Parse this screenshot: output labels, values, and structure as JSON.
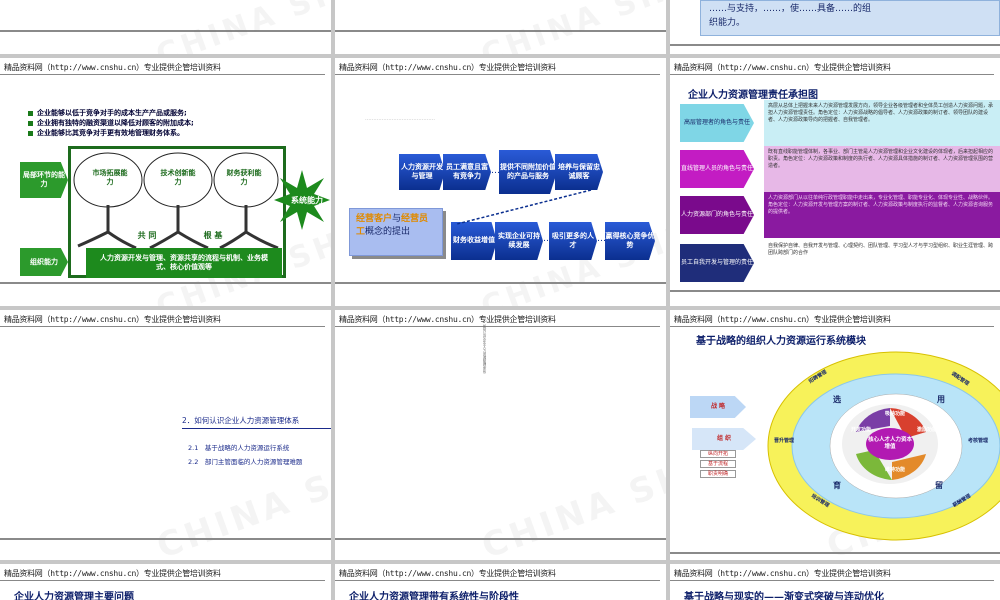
{
  "header_text": "精品资料网（http://www.cnshu.cn）专业提供企管培训资料",
  "watermark": "CHINA SHUN",
  "slide_top_right": {
    "text_line1": "……与支持，……，使……具备……的组",
    "text_line2": "织能力。"
  },
  "slide_strategy": {
    "bullets": [
      "企业能够以低于竞争对手的成本生产产品或服务;",
      "企业拥有独特的融资渠道以降低对顾客的附加成本;",
      "企业能够比其竞争对手更有效地管理财务体系。"
    ],
    "left_label_top": "局部环节的能力",
    "left_label_bottom": "组织能力",
    "trees": [
      "市场拓展能力",
      "技术创新能力",
      "财务获利能力"
    ],
    "roots_label_left": "共 同",
    "roots_label_right": "根 基",
    "system_label": "系统能力",
    "foundation_text": "人力资源开发与管理、资源共享的流程与机制、业务模式、核心价值观等"
  },
  "slide_chain": {
    "faint_caption": "……………………………………",
    "top_row": [
      "人力资源开发与管理",
      "员工满意且富有竞争力",
      "提供不同附加价值的产品与服务",
      "培养与保留忠诚顾客"
    ],
    "bottom_row": [
      "财务收益增值",
      "实现企业可持续发展",
      "吸引更多的人才",
      "赢得核心竞争优势"
    ],
    "ellipsis": "…",
    "concept_part1": "经营客户",
    "concept_and": "与",
    "concept_part2": "经营员工",
    "concept_part3": "概念的提出"
  },
  "slide_responsibility": {
    "title": "企业人力资源管理责任承担图",
    "rows": [
      {
        "label": "高层管理者的角色与责任",
        "text": "高层从总体上把握未来人力资源管理发展方向，领导企业各级管理者和全体员工创造人力资源问题，承担人力资源管理责任。角色定位：人力资源战略的倡导者、人力资源政策的制订者、领导团队的建设者、人力资源政策导向的把握者、自我管理者。",
        "color": "#7fd6e6",
        "bg": "#c9eef5"
      },
      {
        "label": "直线管理人员的角色与责任",
        "text": "既有直线职能管理体制，各事业、部门主管是人力资源管理和企业文化建设的体现者，后来担起相应的职责。角色定位：人力资源政策和制度的执行者、人力资源具体措施的制订者、人力资源管理氛围的营造者。",
        "color": "#c31cc3",
        "bg": "#e7b8e7"
      },
      {
        "label": "人力资源部门的角色与责任",
        "text": "人力资源部门从以往单纯行政管理职能中走出来，专业化管理、职能专业化、体现专业性、战略伙伴。角色定位：人力资源开发与管理方案的制订者、人力资源政策与制度执行的监督者、人力资源咨询服务的提供者。",
        "color": "#7a0a8c",
        "bg": "#8a1aa0"
      },
      {
        "label": "员工自我开发与管理的责任",
        "text": "自我保护自律、自我开发与管理、心理契约、团队管理、学习型人才与学习型组织、职业生涯管理、跨团队跨部门的合作",
        "color": "#1f2d7a",
        "bg": "#ffffff"
      }
    ]
  },
  "slide_section": {
    "heading": "2．如何认识企业人力资源管理体系",
    "items": [
      "2.1　基于战略的人力资源运行系统",
      "2.2　部门主管面临的人力资源管理难题"
    ]
  },
  "slide_blank": {
    "tiny_vertical": "2. 如何认识企业人力资源管理体系"
  },
  "slide_model": {
    "title": "基于战略的组织人力资源运行系统模块",
    "left_top_label": "战 略",
    "left_items": [
      "组 织",
      "纵向开拓",
      "基于流程",
      "职责明确"
    ],
    "outer_labels": [
      "招聘管理",
      "调配管理",
      "考核管理",
      "薪酬管理",
      "培训管理",
      "晋升管理"
    ],
    "ring_words": [
      "选",
      "用",
      "育",
      "留"
    ],
    "inner_labels": [
      "吸纳功能",
      "激励功能",
      "开发功能",
      "维持功能"
    ],
    "center_text": "核心人才人力资本增值"
  },
  "bottom_titles": [
    "企业人力资源管理主要问题",
    "企业人力资源管理带有系统性与阶段性",
    "基于战略与现实的——渐变式突破与连动优化"
  ]
}
